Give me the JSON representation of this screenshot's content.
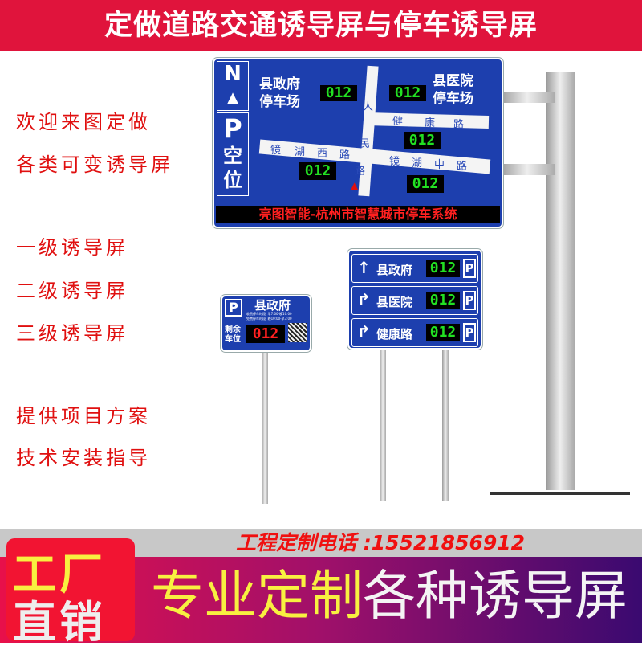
{
  "header": {
    "title": "定做道路交通诱导屏与停车诱导屏"
  },
  "left_text": [
    "欢迎来图定做",
    "各类可变诱导屏",
    "一级诱导屏",
    "二级诱导屏",
    "三级诱导屏",
    "提供项目方案",
    "技术安装指导"
  ],
  "big_sign": {
    "north": "N",
    "parking_letter": "P",
    "vacancy": "空位",
    "lots": [
      {
        "name1": "县政府",
        "name2": "停车场",
        "count": "012"
      },
      {
        "name1": "县医院",
        "name2": "停车场",
        "count": "012"
      }
    ],
    "roads": [
      "人",
      "民",
      "路",
      "健",
      "康",
      "路",
      "镜",
      "湖",
      "西",
      "路",
      "镜",
      "湖",
      "中",
      "路"
    ],
    "road_counts": [
      "012",
      "012",
      "012"
    ],
    "ticker": "亮图智能-杭州市智慧城市停车系统"
  },
  "mid_sign": {
    "rows": [
      {
        "icon": "arrow-up-icon",
        "name": "县政府",
        "count": "012",
        "p": "P"
      },
      {
        "icon": "arrow-turn-right-icon",
        "name": "县医院",
        "count": "012",
        "p": "P"
      },
      {
        "icon": "arrow-turn-right-icon",
        "name": "健康路",
        "count": "012",
        "p": "P"
      }
    ]
  },
  "small_sign": {
    "p": "P",
    "name": "县政府",
    "line1": "收费停车时段: 早7:00-晚10:00",
    "line2": "免费停车时段: 晚10:00-早7:00",
    "label1": "剩余",
    "label2": "车位",
    "count": "012"
  },
  "bottom": {
    "phone": "工程定制电话 :15521856912",
    "badge1": "工厂",
    "badge2": "直销",
    "slogan_a": "专业定制",
    "slogan_b": "各种诱导屏"
  },
  "colors": {
    "header": "#e0143c",
    "sign_blue": "#1d3fae",
    "led_green": "#22e022",
    "led_red": "#ff2020"
  }
}
